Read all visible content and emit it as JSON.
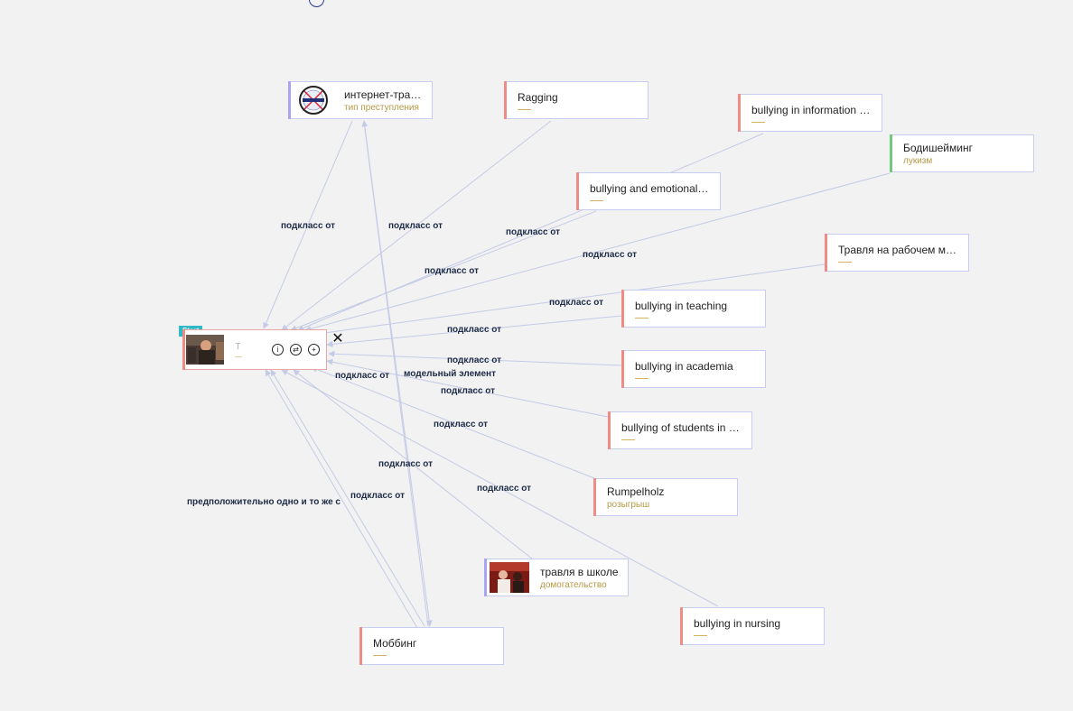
{
  "colors": {
    "edge": "#c3cbe6",
    "label": "#1d2b45",
    "accent_red": "#f08c86",
    "accent_purple": "#a9a5f2",
    "accent_green": "#72c97e",
    "subtitle": "#b59a45",
    "start_badge": "#2fb8c6"
  },
  "start_node": {
    "badge": "Start",
    "title": "Т",
    "info_icon": "info-icon",
    "link_icon": "link-icon",
    "add_icon": "plus-icon",
    "close": "✕"
  },
  "nodes": [
    {
      "id": "internet",
      "title": "интернет-тра…",
      "subtitle": "тип преступления",
      "accent": "purple",
      "image": "logo"
    },
    {
      "id": "ragging",
      "title": "Ragging",
      "subtitle": "",
      "accent": "red"
    },
    {
      "id": "infotech",
      "title": "bullying in information …",
      "subtitle": "",
      "accent": "red"
    },
    {
      "id": "bodyshaming",
      "title": "Бодишейминг",
      "subtitle": "лукизм",
      "accent": "green"
    },
    {
      "id": "emotional",
      "title": "bullying and emotional…",
      "subtitle": "",
      "accent": "red"
    },
    {
      "id": "workplace",
      "title": "Травля на рабочем м…",
      "subtitle": "",
      "accent": "red"
    },
    {
      "id": "teaching",
      "title": "bullying in teaching",
      "subtitle": "",
      "accent": "red"
    },
    {
      "id": "academia",
      "title": "bullying in academia",
      "subtitle": "",
      "accent": "red"
    },
    {
      "id": "students",
      "title": "bullying of students in …",
      "subtitle": "",
      "accent": "red"
    },
    {
      "id": "rumpelholz",
      "title": "Rumpelholz",
      "subtitle": "розыгрыш",
      "accent": "red"
    },
    {
      "id": "school",
      "title": "травля в школе",
      "subtitle": "домогательство",
      "accent": "purple",
      "image": "photo"
    },
    {
      "id": "nursing",
      "title": "bullying in nursing",
      "subtitle": "",
      "accent": "red"
    },
    {
      "id": "mobbing",
      "title": "Моббинг",
      "subtitle": "",
      "accent": "red"
    }
  ],
  "edge_labels": {
    "e1": "подкласс от",
    "e2": "подкласс от",
    "e3": "подкласс от",
    "e4": "подкласс от",
    "e5": "подкласс от",
    "e6": "подкласс от",
    "e7": "подкласс от",
    "e8": "подкласс от",
    "e9": "подкласс от",
    "e10": "модельный элемент",
    "e11": "подкласс от",
    "e12": "подкласс от",
    "e13": "подкласс от",
    "e14": "подкласс от",
    "e15": "подкласс от",
    "e16": "предположительно одно и то же с"
  }
}
